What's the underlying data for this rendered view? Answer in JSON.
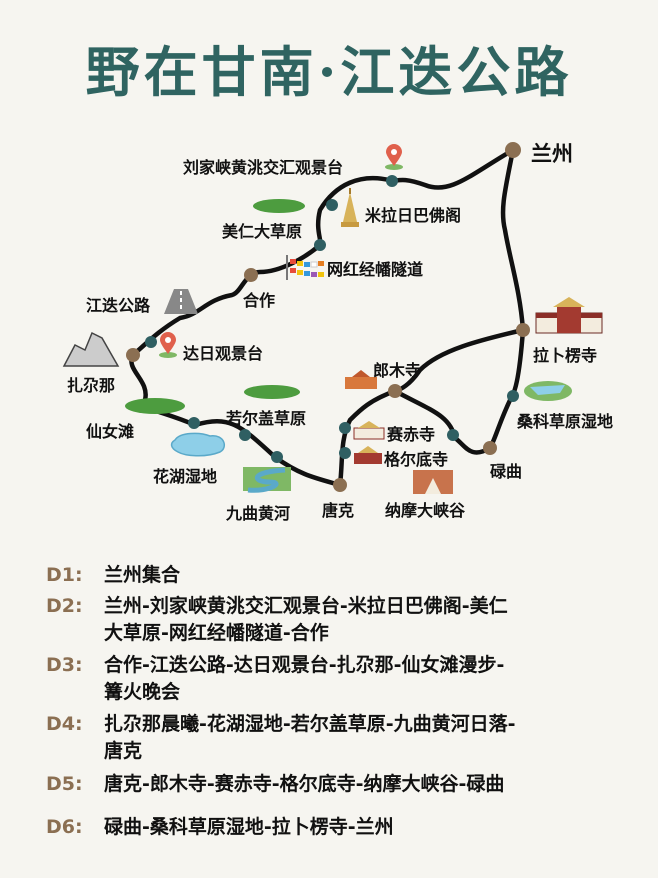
{
  "title": "野在甘南·江迭公路",
  "colors": {
    "title": "#2f6461",
    "route_line": "#111111",
    "major_node": "#8b6f52",
    "minor_node": "#2f5f62",
    "day_label": "#8b6f52",
    "background": "#f6f5f0"
  },
  "map": {
    "labels": {
      "lanzhou": "兰州",
      "liujiaxia": "刘家峡黄洮交汇观景台",
      "milarepa": "米拉日巴佛阁",
      "meiren": "美仁大草原",
      "prayer_tunnel": "网红经幡隧道",
      "hezuo": "合作",
      "jiangdie": "江迭公路",
      "dari": "达日观景台",
      "zhana": "扎尕那",
      "xiannvtan": "仙女滩",
      "huahu": "花湖湿地",
      "ruoergai": "若尔盖草原",
      "jiuqu": "九曲黄河",
      "tangke": "唐克",
      "langmu": "郎木寺",
      "saichi": "赛赤寺",
      "gerdi": "格尔底寺",
      "namo": "纳摩大峡谷",
      "luqu": "碌曲",
      "sangke": "桑科草原湿地",
      "labrang": "拉卜楞寺"
    },
    "icons": [
      "pin-icon",
      "pagoda-icon",
      "grass-icon",
      "prayer-flag-icon",
      "road-icon",
      "mountain-icon",
      "lake-icon",
      "river-icon",
      "temple-icon",
      "canyon-icon"
    ]
  },
  "itinerary": [
    {
      "day": "D1:",
      "lines": [
        "兰州集合"
      ]
    },
    {
      "day": "D2:",
      "lines": [
        "兰州-刘家峡黄洮交汇观景台-米拉日巴佛阁-美仁",
        "大草原-网红经幡隧道-合作"
      ]
    },
    {
      "day": "D3:",
      "lines": [
        "合作-江迭公路-达日观景台-扎尕那-仙女滩漫步-",
        "篝火晚会"
      ]
    },
    {
      "day": "D4:",
      "lines": [
        "扎尕那晨曦-花湖湿地-若尔盖草原-九曲黄河日落-",
        "唐克"
      ]
    },
    {
      "day": "D5:",
      "lines": [
        "唐克-郎木寺-赛赤寺-格尔底寺-纳摩大峡谷-碌曲"
      ]
    },
    {
      "day": "D6:",
      "lines": [
        "碌曲-桑科草原湿地-拉卜楞寺-兰州"
      ]
    }
  ]
}
